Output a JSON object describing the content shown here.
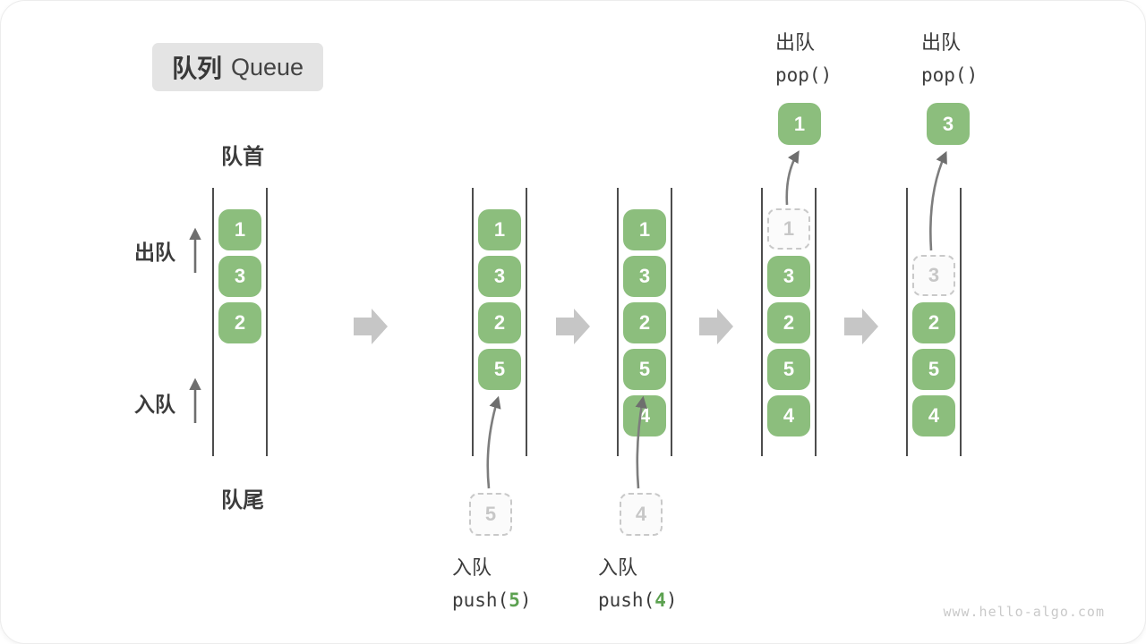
{
  "title": {
    "zh": "队列",
    "en": "Queue"
  },
  "labels": {
    "front": "队首",
    "rear": "队尾",
    "dequeue": "出队",
    "enqueue": "入队"
  },
  "colors": {
    "cell_green": "#8cbe7d",
    "code_green": "#5ca150",
    "transition_arrow_gray": "#c6c6c6",
    "text_dark": "#3c3c3c",
    "dashed_gray": "#c9c9c9",
    "title_bg": "#e4e4e4"
  },
  "states": [
    {
      "name": "initial",
      "cells": [
        "1",
        "3",
        "2"
      ]
    },
    {
      "name": "after-push-5",
      "cells": [
        "1",
        "3",
        "2",
        "5"
      ],
      "staged_value": "5",
      "op": {
        "label": "入队",
        "code_before": "push(",
        "code_value": "5",
        "code_after": ")"
      }
    },
    {
      "name": "after-push-4",
      "cells": [
        "1",
        "3",
        "2",
        "5",
        "4"
      ],
      "staged_value": "4",
      "op": {
        "label": "入队",
        "code_before": "push(",
        "code_value": "4",
        "code_after": ")"
      }
    },
    {
      "name": "pop-1",
      "dashed_value": "1",
      "cells": [
        "3",
        "2",
        "5",
        "4"
      ],
      "popped_value": "1",
      "op": {
        "label": "出队",
        "code": "pop()"
      }
    },
    {
      "name": "pop-3",
      "dashed_value": "3",
      "cells": [
        "2",
        "5",
        "4"
      ],
      "popped_value": "3",
      "op": {
        "label": "出队",
        "code": "pop()"
      }
    }
  ],
  "watermark": "www.hello-algo.com"
}
